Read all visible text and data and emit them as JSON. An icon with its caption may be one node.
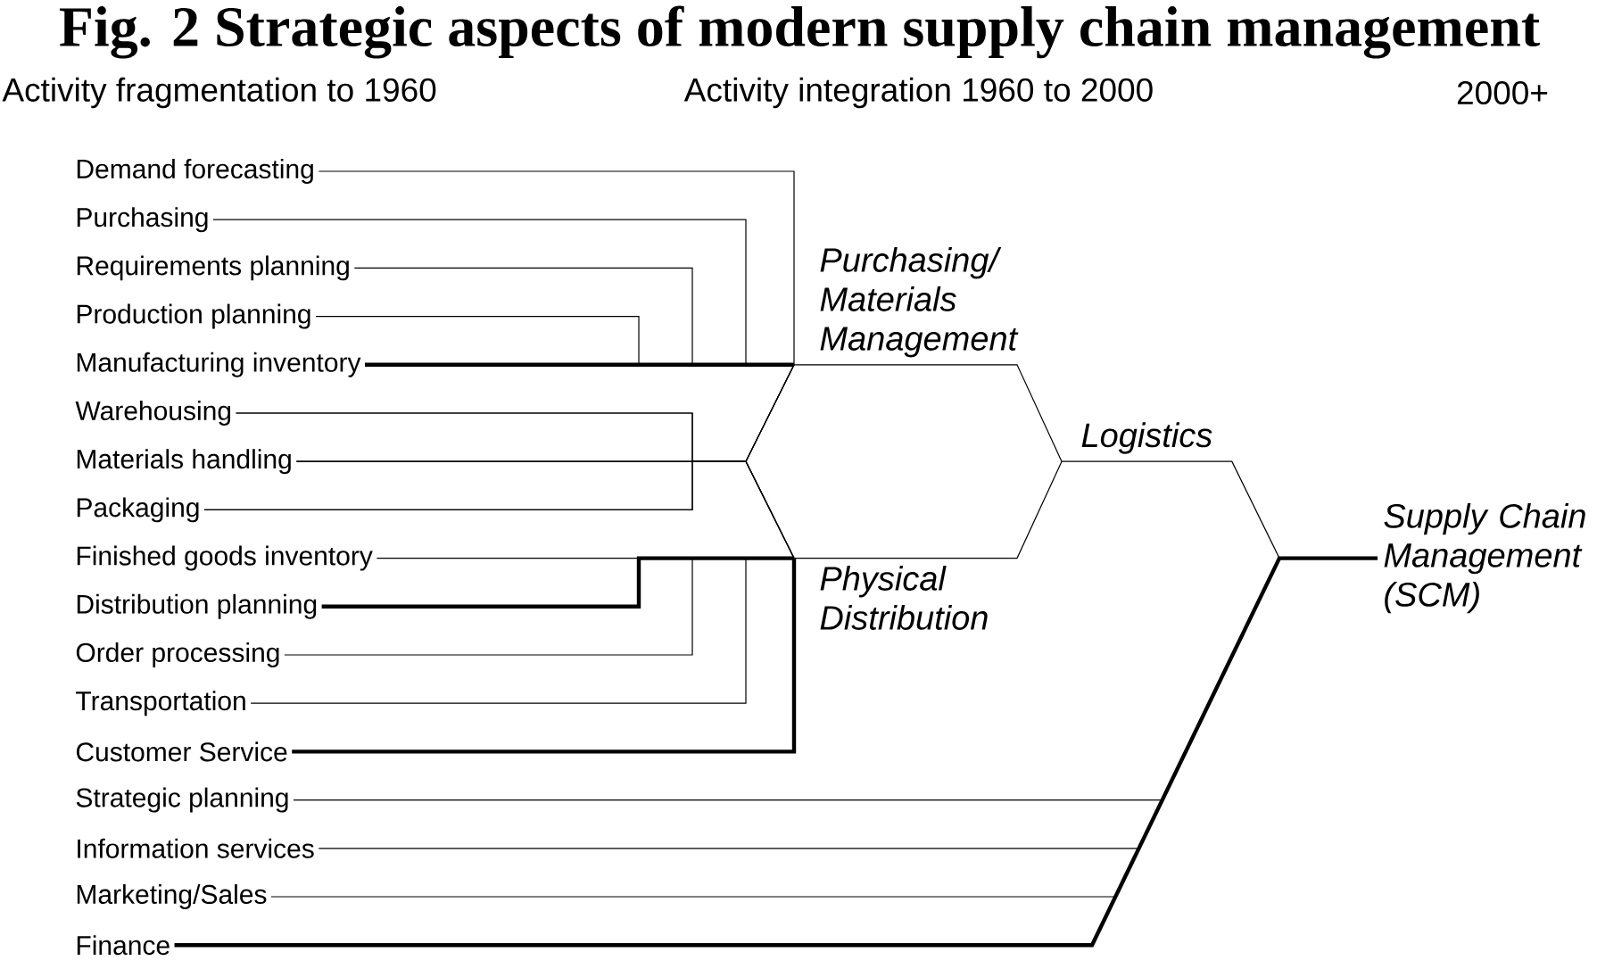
{
  "diagram": {
    "title": "Fig. 2 Strategic aspects of modern supply chain management",
    "nodes": [
      {
        "text": [
          "Demand forecasting"
        ]
      },
      {
        "text": [
          "Purchasing"
        ]
      },
      {
        "text": [
          "Requirements planning"
        ]
      },
      {
        "text": [
          "Production planning"
        ]
      },
      {
        "text": [
          "Manufacturing inventory"
        ]
      },
      {
        "text": [
          "Warehousing"
        ]
      },
      {
        "text": [
          "Materials handling"
        ]
      },
      {
        "text": [
          "Packaging"
        ]
      },
      {
        "text": [
          "Finished goods inventory"
        ]
      },
      {
        "text": [
          "Distribution planning"
        ]
      },
      {
        "text": [
          "Order processing"
        ]
      },
      {
        "text": [
          "Transportation"
        ]
      },
      {
        "text": [
          "Customer Service"
        ]
      },
      {
        "text": [
          "Strategic planning"
        ]
      },
      {
        "text": [
          "Information services"
        ]
      },
      {
        "text": [
          "Marketing/Sales"
        ]
      },
      {
        "text": [
          "Finance"
        ]
      },
      {
        "text": [
          "Purchasing/ Materials Management"
        ]
      },
      {
        "text": [
          "Physical Distribution"
        ]
      },
      {
        "text": [
          "Logistics"
        ]
      },
      {
        "text": [
          "Supply Chain Management (SCM)"
        ]
      }
    ],
    "edges": [
      {
        "from": 0,
        "to": 17,
        "arrow": "none"
      },
      {
        "from": 1,
        "to": 17,
        "arrow": "none"
      },
      {
        "from": 2,
        "to": 17,
        "arrow": "none"
      },
      {
        "from": 3,
        "to": 17,
        "arrow": "none"
      },
      {
        "from": 4,
        "to": 17,
        "arrow": "none",
        "style": "thick"
      },
      {
        "from": 5,
        "to": 17,
        "arrow": "none"
      },
      {
        "from": 6,
        "to": 17,
        "arrow": "none"
      },
      {
        "from": 7,
        "to": 17,
        "arrow": "none"
      },
      {
        "from": 5,
        "to": 18,
        "arrow": "none"
      },
      {
        "from": 6,
        "to": 18,
        "arrow": "none"
      },
      {
        "from": 7,
        "to": 18,
        "arrow": "none"
      },
      {
        "from": 8,
        "to": 18,
        "arrow": "none"
      },
      {
        "from": 9,
        "to": 18,
        "arrow": "none",
        "style": "thick"
      },
      {
        "from": 10,
        "to": 18,
        "arrow": "none"
      },
      {
        "from": 11,
        "to": 18,
        "arrow": "none"
      },
      {
        "from": 12,
        "to": 18,
        "arrow": "none",
        "style": "thick"
      },
      {
        "from": 13,
        "to": 20,
        "arrow": "none"
      },
      {
        "from": 14,
        "to": 20,
        "arrow": "none"
      },
      {
        "from": 15,
        "to": 20,
        "arrow": "none"
      },
      {
        "from": 16,
        "to": 20,
        "arrow": "none",
        "style": "thick"
      },
      {
        "from": 17,
        "to": 19,
        "arrow": "none"
      },
      {
        "from": 18,
        "to": 19,
        "arrow": "none"
      },
      {
        "from": 19,
        "to": 20,
        "arrow": "none"
      }
    ],
    "labels": [
      "Activity fragmentation to 1960",
      "Activity integration 1960 to 2000",
      "2000+"
    ]
  }
}
